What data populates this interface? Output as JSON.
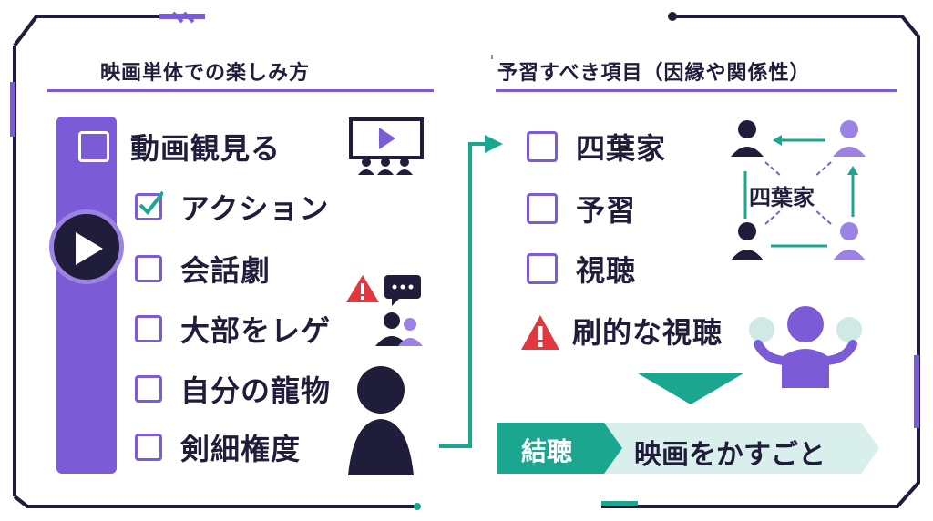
{
  "left_section": {
    "title": "映画単体での楽しみ方",
    "items": [
      {
        "label": "動画観見る",
        "checked": false
      },
      {
        "label": "アクション",
        "checked": true
      },
      {
        "label": "会話劇",
        "checked": false
      },
      {
        "label": "大部をレゲ",
        "checked": false
      },
      {
        "label": "自分の龍物",
        "checked": false
      },
      {
        "label": "剣細権度",
        "checked": false
      }
    ]
  },
  "right_section": {
    "title": "予習すべき項目（因縁や関係性）",
    "items": [
      {
        "label": "四葉家",
        "checked": false
      },
      {
        "label": "予習",
        "checked": false
      },
      {
        "label": "視聴",
        "checked": false
      }
    ],
    "warning_label": "刷的な視聴",
    "relationship_label": "四葉家"
  },
  "result": {
    "left": "結聴",
    "right": "映画をかすごと"
  },
  "colors": {
    "purple": "#7b5cd6",
    "navy": "#1f1d3a",
    "teal": "#1aa68f",
    "light_teal": "#d8efec",
    "red": "#e0383e"
  }
}
